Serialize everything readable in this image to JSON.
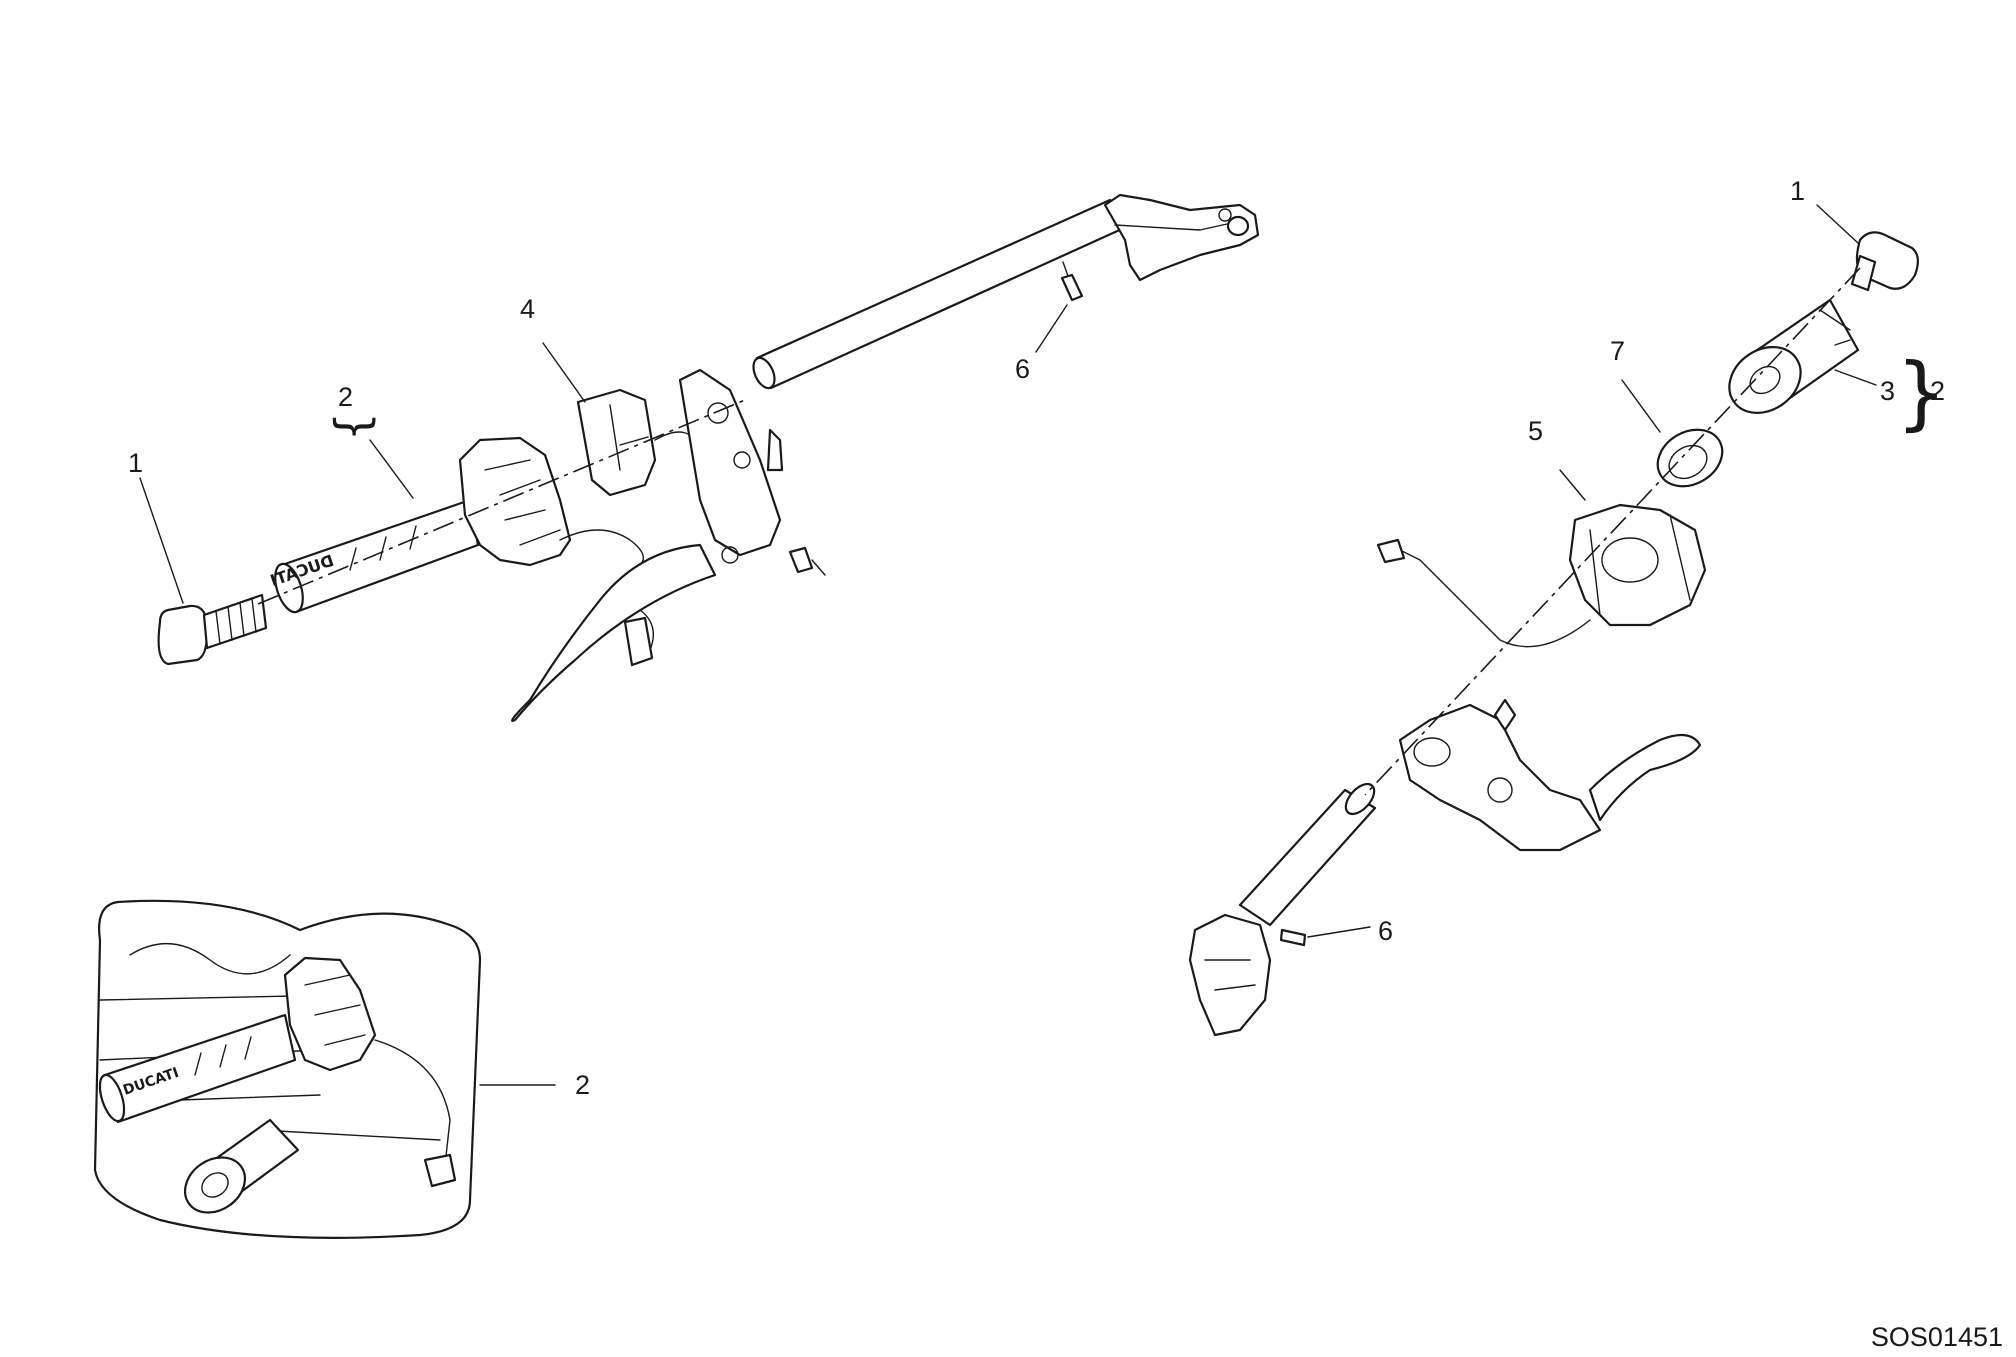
{
  "diagram": {
    "reference_code": "SOS01451",
    "brand_mark": "DUCATI",
    "callouts": {
      "left_bar_end": "1",
      "left_grip_group": "2",
      "left_switch": "4",
      "left_pin": "6",
      "right_bar_end": "1",
      "right_grip": "3",
      "right_grip_group": "2",
      "right_spacer": "7",
      "right_switch": "5",
      "right_pin": "6",
      "detail_grip_group": "2"
    }
  }
}
